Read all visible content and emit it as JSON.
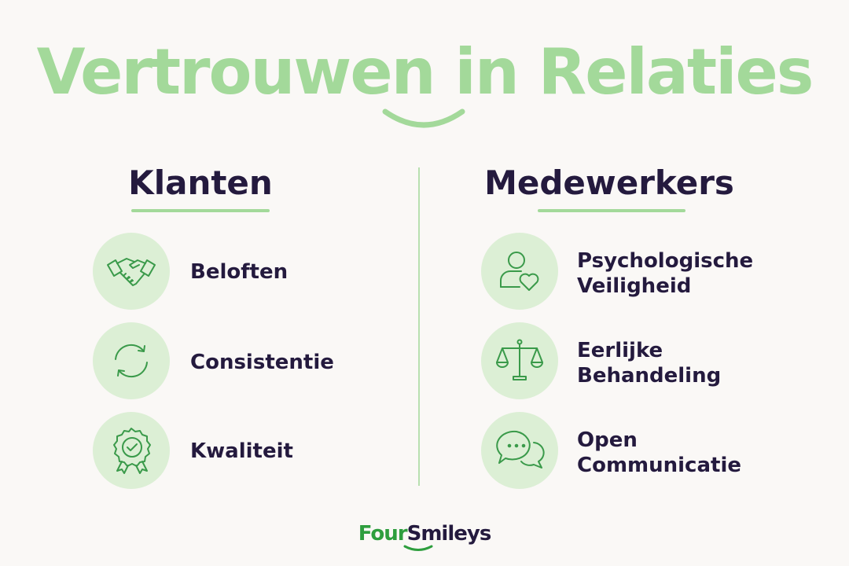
{
  "title": "Vertrouwen in Relaties",
  "left": {
    "heading": "Klanten",
    "items": [
      {
        "icon": "handshake-icon",
        "lines": [
          "Beloften"
        ]
      },
      {
        "icon": "refresh-icon",
        "lines": [
          "Consistentie"
        ]
      },
      {
        "icon": "quality-badge-icon",
        "lines": [
          "Kwaliteit"
        ]
      }
    ]
  },
  "right": {
    "heading": "Medewerkers",
    "items": [
      {
        "icon": "person-heart-icon",
        "lines": [
          "Psychologische",
          "Veiligheid"
        ]
      },
      {
        "icon": "scales-icon",
        "lines": [
          "Eerlijke",
          "Behandeling"
        ]
      },
      {
        "icon": "chat-bubbles-icon",
        "lines": [
          "Open",
          "Communicatie"
        ]
      }
    ]
  },
  "logo": {
    "part1": "Four",
    "part2": "Smileys"
  },
  "colors": {
    "accent_green": "#a3d99a",
    "icon_green": "#3a9a4a",
    "circle_bg": "#dcefd5",
    "text_dark": "#241a3e",
    "background": "#faf8f6"
  }
}
